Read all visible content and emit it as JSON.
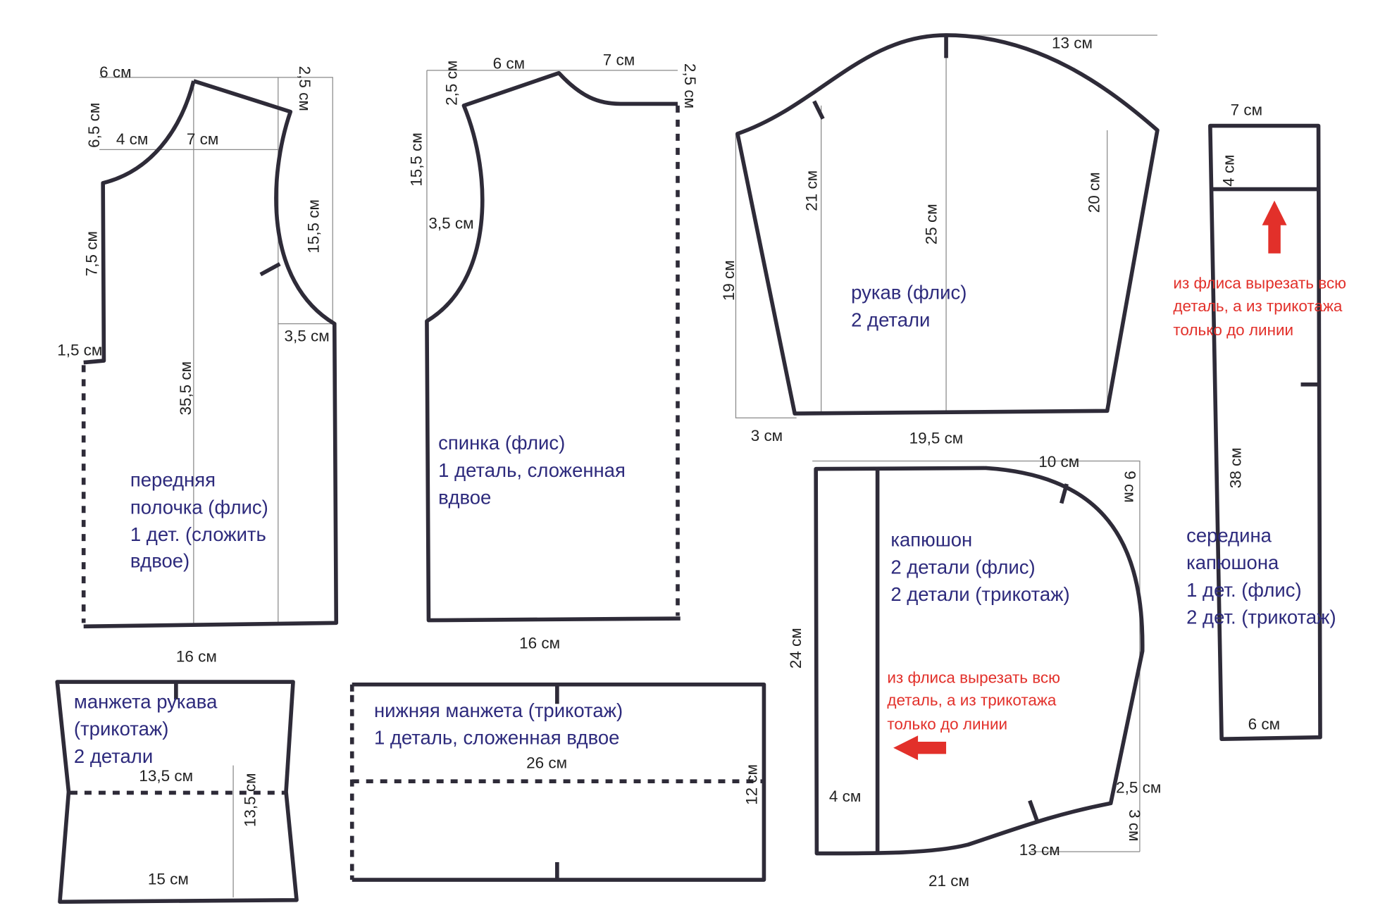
{
  "colors": {
    "outline": "#2e2b38",
    "label": "#2d2a7c",
    "note": "#e2302a"
  },
  "front": {
    "dims": [
      "6 см",
      "2,5 см",
      "6,5 см",
      "4 см",
      "7 см",
      "15,5 см",
      "7,5 см",
      "1,5 см",
      "3,5 см",
      "35,5 см",
      "16 см"
    ],
    "label": [
      "передняя",
      "полочка (флис)",
      "1 дет. (сложить",
      "вдвое)"
    ]
  },
  "back": {
    "dims": [
      "6 см",
      "7 см",
      "2,5 см",
      "2,5 см",
      "15,5 см",
      "3,5 см",
      "16 см"
    ],
    "label": [
      "спинка (флис)",
      "1 деталь, сложенная",
      "вдвое"
    ]
  },
  "sleeve": {
    "dims": [
      "13 см",
      "21 см",
      "25 см",
      "20 см",
      "19 см",
      "3 см",
      "19,5 см"
    ],
    "label": [
      "рукав (флис)",
      "2 детали"
    ]
  },
  "hood_center": {
    "dims": [
      "7 см",
      "4 см",
      "38 см",
      "6 см"
    ],
    "note": [
      "из флиса вырезать всю",
      "деталь, а из трикотажа",
      "только до линии"
    ],
    "label": [
      "середина",
      "капюшона",
      "1 дет. (флис)",
      "2 дет. (трикотаж)"
    ]
  },
  "hood": {
    "dims": [
      "10 см",
      "9 см",
      "24 см",
      "4 см",
      "2,5 см",
      "3 см",
      "13 см",
      "21 см"
    ],
    "note": [
      "из флиса вырезать всю",
      "деталь, а из трикотажа",
      "только до линии"
    ],
    "label": [
      "капюшон",
      "2 детали (флис)",
      "2 детали (трикотаж)"
    ]
  },
  "cuff": {
    "dims": [
      "13,5 см",
      "13,5 см",
      "15 см"
    ],
    "label": [
      "манжета рукава",
      "(трикотаж)",
      "2 детали"
    ]
  },
  "band": {
    "dims": [
      "26 см",
      "12 см"
    ],
    "label": [
      "нижняя манжета (трикотаж)",
      "1 деталь, сложенная вдвое"
    ]
  }
}
